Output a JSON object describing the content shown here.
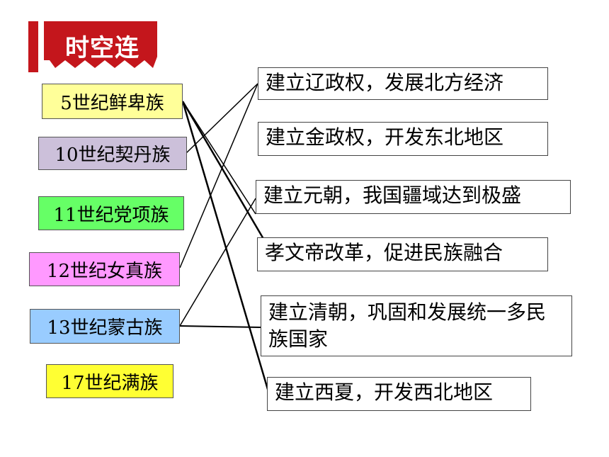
{
  "banner": {
    "text": "时空连",
    "color": "#c4161c"
  },
  "peoples": [
    {
      "label": "5世纪鲜卑族",
      "color": "#ffff99"
    },
    {
      "label": "10世纪契丹族",
      "color": "#ccc0da"
    },
    {
      "label": "11世纪党项族",
      "color": "#66ff66"
    },
    {
      "label": "12世纪女真族",
      "color": "#ff99ff"
    },
    {
      "label": "13世纪蒙古族",
      "color": "#99ccff"
    },
    {
      "label": "17世纪满族",
      "color": "#ffff33"
    }
  ],
  "events": [
    {
      "text": "建立辽政权，发展北方经济"
    },
    {
      "text": "建立金政权，开发东北地区"
    },
    {
      "text": "建立元朝，我国疆域达到极盛"
    },
    {
      "text": "孝文帝改革，促进民族融合"
    },
    {
      "text": "建立清朝，巩固和发展统一多民族国家"
    },
    {
      "text": "建立西夏，开发西北地区"
    }
  ],
  "connections": [
    {
      "from": "5世纪鲜卑族",
      "to": "孝文帝改革，促进民族融合"
    },
    {
      "from": "5世纪鲜卑族",
      "to": "建立元朝，我国疆域达到极盛"
    },
    {
      "from": "5世纪鲜卑族",
      "to": "建立西夏，开发西北地区"
    },
    {
      "from": "10世纪契丹族",
      "to": "建立辽政权，发展北方经济"
    },
    {
      "from": "12世纪女真族",
      "to": "建立辽政权，发展北方经济"
    },
    {
      "from": "13世纪蒙古族",
      "to": "建立元朝，我国疆域达到极盛"
    },
    {
      "from": "13世纪蒙古族",
      "to": "建立清朝，巩固和发展统一多民族国家"
    }
  ]
}
